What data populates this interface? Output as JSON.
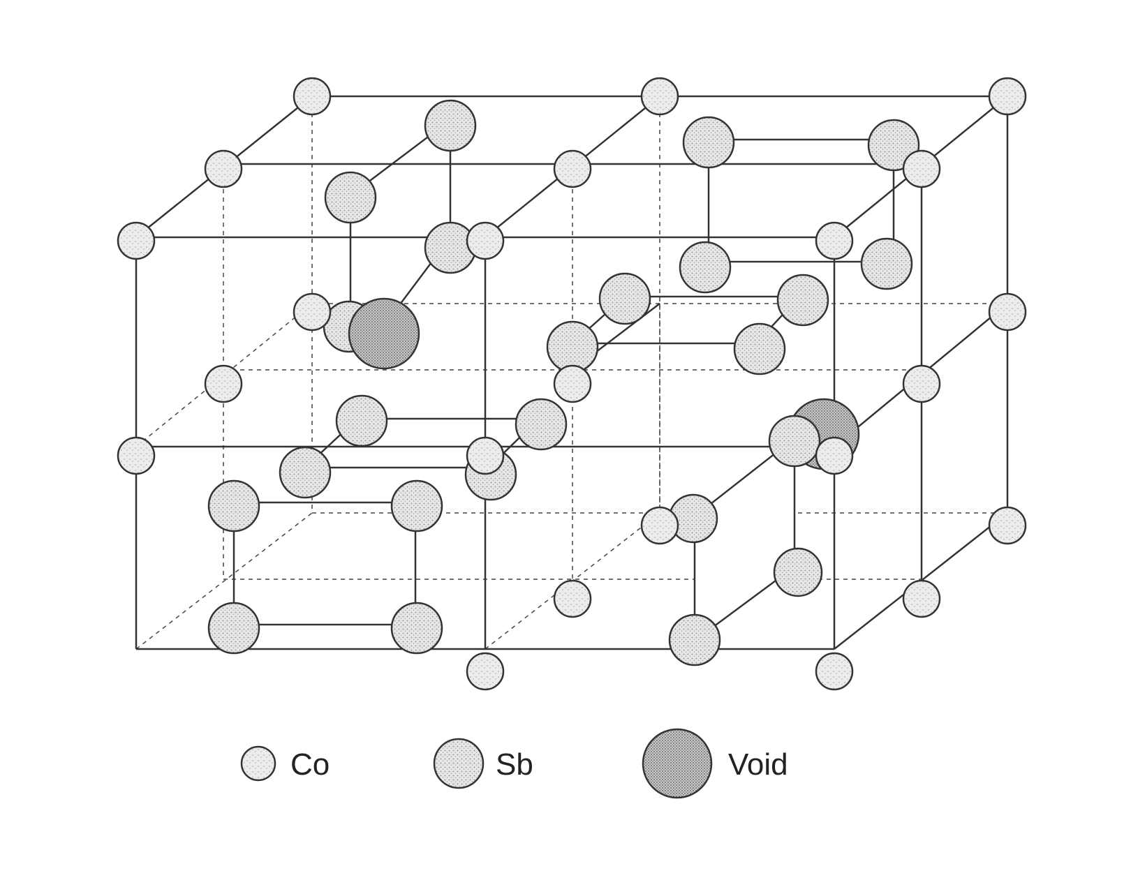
{
  "figure": {
    "description_visible": false
  },
  "legend": {
    "items": [
      {
        "label": "Co",
        "icon": "co-atom-icon"
      },
      {
        "label": "Sb",
        "icon": "sb-atom-icon"
      },
      {
        "label": "Void",
        "icon": "void-icon"
      }
    ]
  },
  "colors": {
    "line": "#333333",
    "atom_fill": "#e4e4e4",
    "atom_stroke": "#333333",
    "void_fill": "#bdbdbd",
    "background": "#ffffff"
  }
}
